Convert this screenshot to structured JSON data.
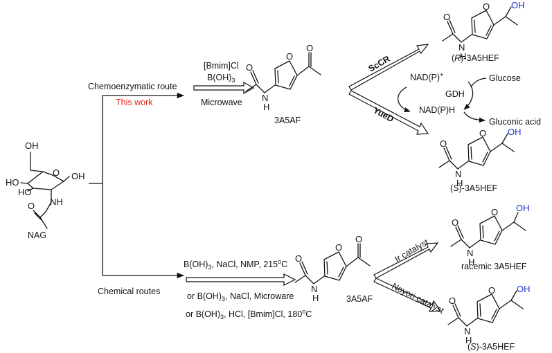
{
  "starting_material": {
    "label": "NAG"
  },
  "routes": {
    "chemoenzymatic": {
      "label": "Chemoenzymatic route",
      "tag": "This work",
      "tag_color": "#e0261c",
      "conditions_top_1": "[Bmim]Cl",
      "conditions_top_2": "B(OH)",
      "conditions_top_2_sub": "3",
      "conditions_bottom": "Microwave",
      "product": "3A5AF"
    },
    "chemical": {
      "label": "Chemical routes",
      "conditions_1": "B(OH)",
      "conditions_1_sub": "3",
      "conditions_1_rest": ", NaCl, NMP, 215",
      "conditions_1_sup": "o",
      "conditions_1_end": "C",
      "conditions_2": "or B(OH)",
      "conditions_2_sub": "3",
      "conditions_2_rest": ", NaCl, Microware",
      "conditions_3": "or B(OH)",
      "conditions_3_sub": "3",
      "conditions_3_rest": ", HCl, [Bmim]Cl, 180",
      "conditions_3_sup": "o",
      "conditions_3_end": "C",
      "product": "3A5AF"
    }
  },
  "enzymes": {
    "upper": "ScCR",
    "lower": "YueD"
  },
  "cofactor_cycle": {
    "oxidized": "NAD(P)",
    "oxidized_sup": "+",
    "reduced": "NAD(P)H",
    "enzyme": "GDH",
    "substrate": "Glucose",
    "product": "Gluconic acid"
  },
  "catalysts": {
    "upper": "Ir catalyst",
    "lower": "Noyori catalyst"
  },
  "products": {
    "r_prefix": "(",
    "r_config": "R",
    "r_suffix": ")-3A5HEF",
    "s_prefix": "(",
    "s_config": "S",
    "s_suffix": ")-3A5HEF",
    "racemic": "racemic 3A5HEF",
    "s2_prefix": "(",
    "s2_config": "S",
    "s2_suffix": ")-3A5HEF"
  },
  "atoms": {
    "O": "O",
    "OH": "OH",
    "NH": "NH",
    "HO": "HO",
    "N": "N",
    "H": "H"
  },
  "colors": {
    "text": "#111111",
    "highlight_red": "#e0261c",
    "hydroxyl_blue": "#1a2fd0"
  }
}
